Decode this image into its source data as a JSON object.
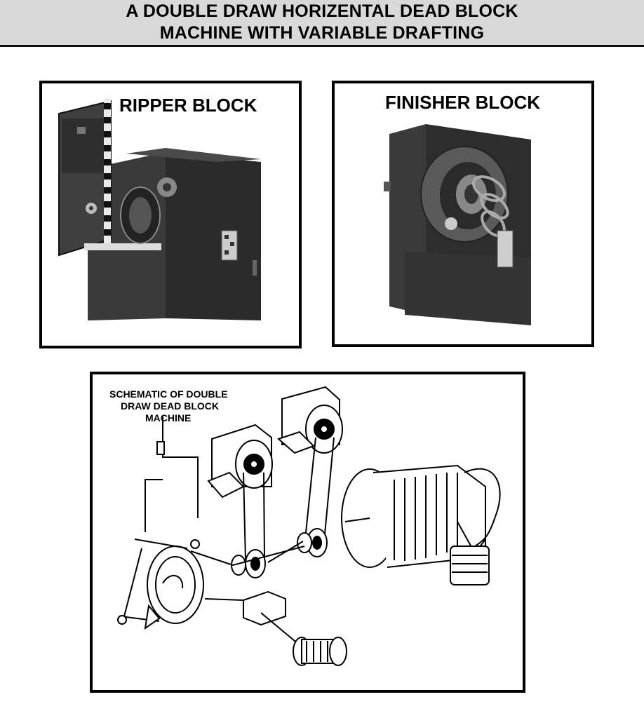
{
  "header": {
    "title_line1": "A DOUBLE DRAW HORIZENTAL DEAD BLOCK",
    "title_line2": "MACHINE WITH  VARIABLE DRAFTING"
  },
  "panels": {
    "ripper": {
      "label": "RIPPER BLOCK"
    },
    "finisher": {
      "label": "FINISHER BLOCK"
    },
    "schematic": {
      "label_line1": "SCHEMATIC OF DOUBLE",
      "label_line2": "DRAW DEAD BLOCK",
      "label_line3": "MACHINE"
    }
  }
}
